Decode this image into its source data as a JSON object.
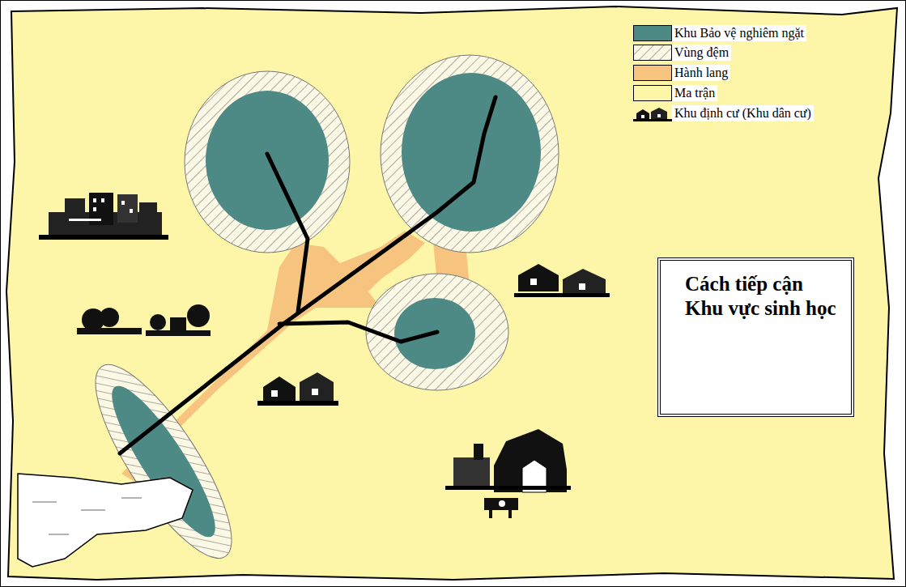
{
  "diagram": {
    "nodes": [
      {
        "text": [
          "Cách tiếp cận Khu vực sinh học"
        ]
      }
    ],
    "legend": [
      {
        "text": "Khu Bảo vệ nghiêm ngặt",
        "color": "#4d8985"
      },
      {
        "text": "Vùng đệm"
      },
      {
        "text": "Hành lang",
        "color": "#f6c47e"
      },
      {
        "text": "Ma trận",
        "color": "#fdf6a8"
      },
      {
        "text": "Khu định cư  (Khu dân cư)"
      }
    ]
  }
}
